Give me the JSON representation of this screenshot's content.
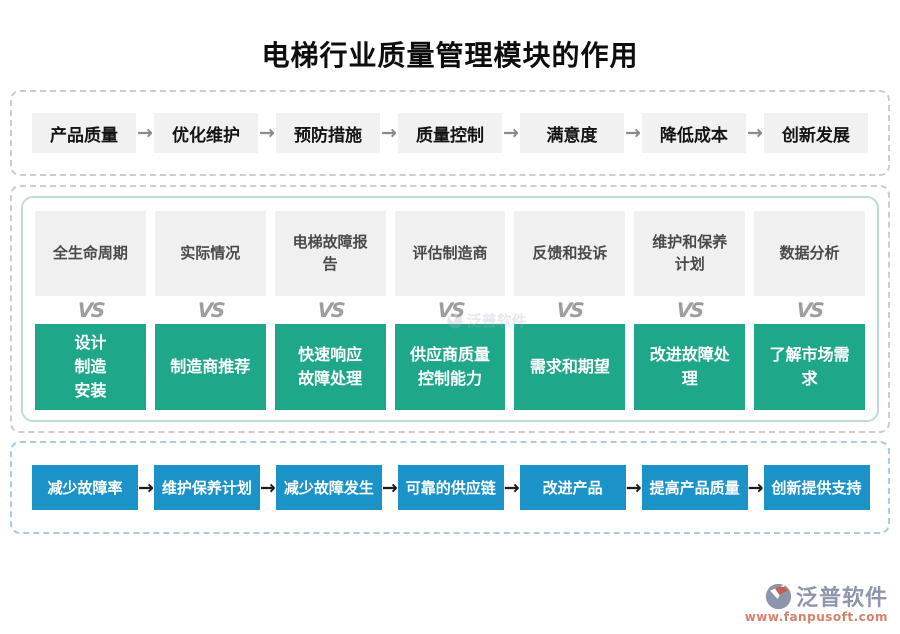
{
  "title": "电梯行业质量管理模块的作用",
  "top_flow": {
    "arrow": "→",
    "items": [
      "产品质量",
      "优化维护",
      "预防措施",
      "质量控制",
      "满意度",
      "降低成本",
      "创新发展"
    ]
  },
  "comparison": {
    "vs_label": "VS",
    "columns": [
      {
        "top": "全生命周期",
        "bottom": "设计\n制造\n安装"
      },
      {
        "top": "实际情况",
        "bottom": "制造商推荐"
      },
      {
        "top": "电梯故障报\n告",
        "bottom": "快速响应\n故障处理"
      },
      {
        "top": "评估制造商",
        "bottom": "供应商质量\n控制能力"
      },
      {
        "top": "反馈和投诉",
        "bottom": "需求和期望"
      },
      {
        "top": "维护和保养\n计划",
        "bottom": "改进故障处\n理"
      },
      {
        "top": "数据分析",
        "bottom": "了解市场需\n求"
      }
    ]
  },
  "bottom_flow": {
    "arrow": "→",
    "items": [
      "减少故障率",
      "维护保养计划",
      "减少故障发生",
      "可靠的供应链",
      "改进产品",
      "提高产品质量",
      "创新提供支持"
    ]
  },
  "watermark": {
    "name": "泛普软件"
  },
  "footer": {
    "brand": "泛普软件",
    "url": "www.fanpusoft.com"
  },
  "colors": {
    "teal_box": "#1fa78a",
    "blue_box": "#1b93c9",
    "gray_box": "#f0f0f0",
    "dash_gray": "#cdcdcd",
    "dash_blue": "#a9cbe6",
    "card_border": "#bcdcd4",
    "logo_text": "#8e96ae",
    "logo_url": "#d4826a"
  }
}
